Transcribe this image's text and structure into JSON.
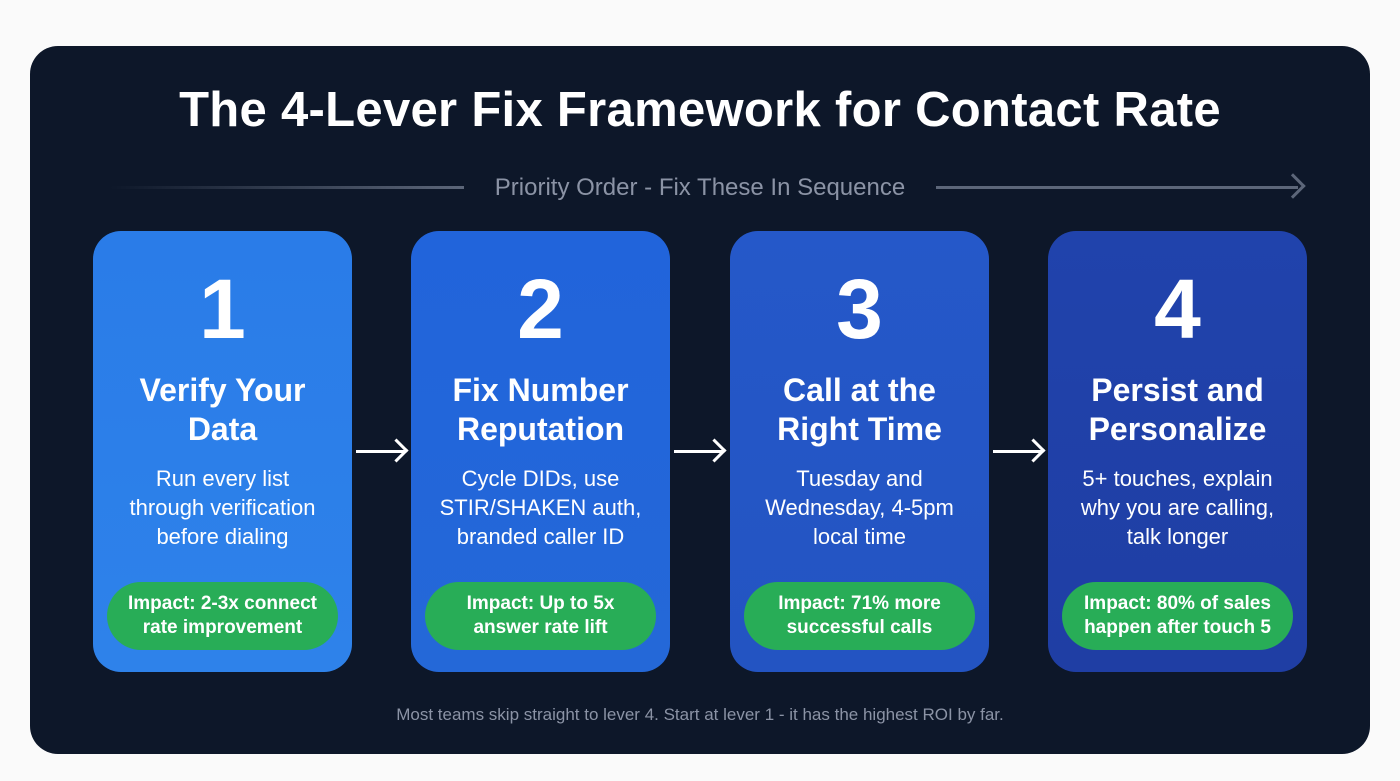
{
  "title": "The 4-Lever Fix Framework for Contact Rate",
  "priority_label": "Priority Order - Fix These In Sequence",
  "colors": {
    "background": "#0d1729",
    "card1": "#2b7ee6",
    "card2": "#2167dc",
    "card3": "#2556c6",
    "card4": "#1f40a8",
    "impact": "#28ad57"
  },
  "levers": [
    {
      "number": "1",
      "title_line1": "Verify Your",
      "title_line2": "Data",
      "desc_line1": "Run every list",
      "desc_line2": "through verification",
      "desc_line3": "before dialing",
      "impact_line1": "Impact: 2-3x connect",
      "impact_line2": "rate improvement"
    },
    {
      "number": "2",
      "title_line1": "Fix Number",
      "title_line2": "Reputation",
      "desc_line1": "Cycle DIDs, use",
      "desc_line2": "STIR/SHAKEN auth,",
      "desc_line3": "branded caller ID",
      "impact_line1": "Impact: Up to 5x",
      "impact_line2": "answer rate lift"
    },
    {
      "number": "3",
      "title_line1": "Call at the",
      "title_line2": "Right Time",
      "desc_line1": "Tuesday and",
      "desc_line2": "Wednesday, 4-5pm",
      "desc_line3": "local time",
      "impact_line1": "Impact: 71% more",
      "impact_line2": "successful calls"
    },
    {
      "number": "4",
      "title_line1": "Persist and",
      "title_line2": "Personalize",
      "desc_line1": "5+ touches, explain",
      "desc_line2": "why you are calling,",
      "desc_line3": "talk longer",
      "impact_line1": "Impact: 80% of sales",
      "impact_line2": "happen after touch 5"
    }
  ],
  "footer": "Most teams skip straight to lever 4. Start at lever 1 - it has the highest ROI by far."
}
